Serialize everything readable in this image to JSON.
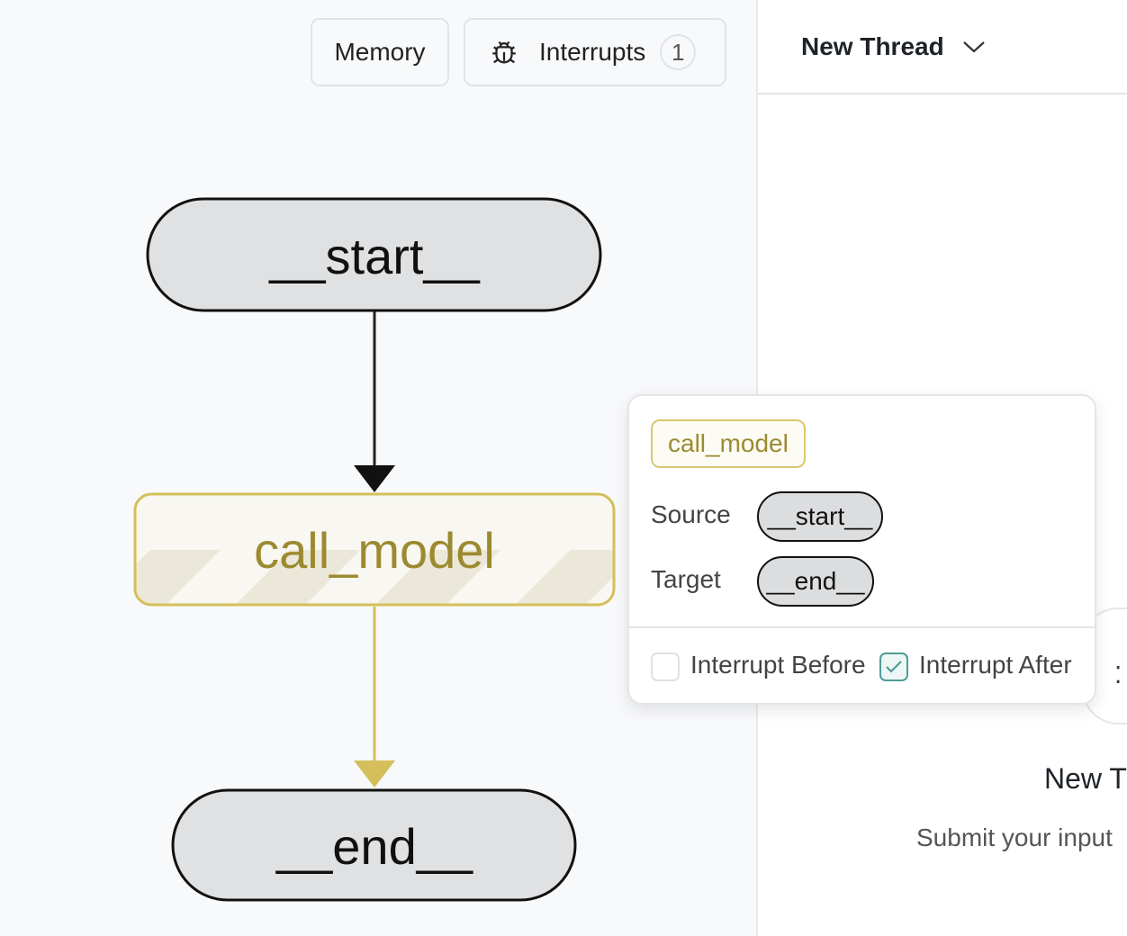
{
  "toolbar": {
    "memory_label": "Memory",
    "interrupts_label": "Interrupts",
    "interrupts_count": "1",
    "interrupts_icon": "bug-icon"
  },
  "thread": {
    "title": "New Thread",
    "empty_title": "New T",
    "empty_subtitle": "Submit your input"
  },
  "graph": {
    "nodes": [
      {
        "id": "start",
        "label": "__start__"
      },
      {
        "id": "call_model",
        "label": "call_model"
      },
      {
        "id": "end",
        "label": "__end__"
      }
    ],
    "edges": [
      {
        "from": "__start__",
        "to": "call_model"
      },
      {
        "from": "call_model",
        "to": "__end__"
      }
    ],
    "colors": {
      "node_fill": "#e0e1e3",
      "selected_border": "#d4bf5a",
      "selected_text": "#9c8a30",
      "edge_default": "#222222",
      "edge_selected": "#d4bf5a"
    }
  },
  "popup": {
    "node": "call_model",
    "source_label": "Source",
    "source": "__start__",
    "target_label": "Target",
    "target": "__end__",
    "interrupt_before_label": "Interrupt Before",
    "interrupt_before": false,
    "interrupt_after_label": "Interrupt After",
    "interrupt_after": true
  }
}
